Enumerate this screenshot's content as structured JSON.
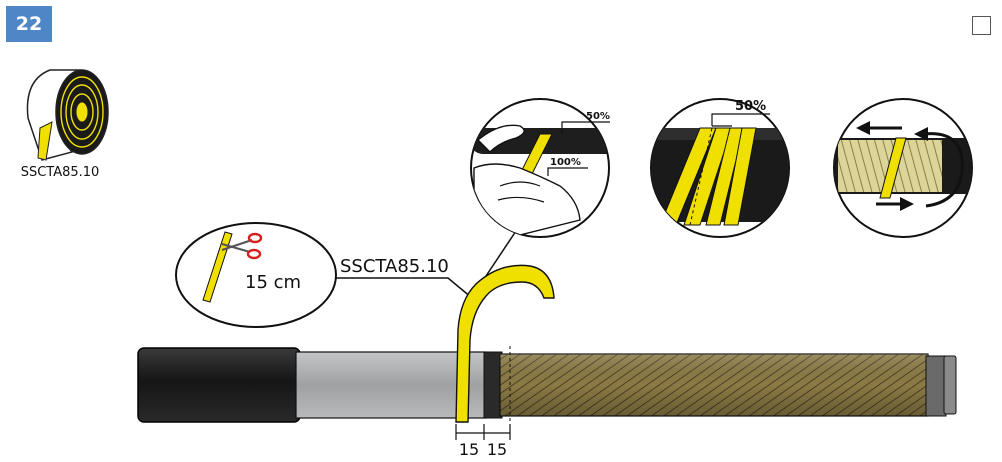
{
  "step": {
    "number": "22"
  },
  "product": {
    "code": "SSCTA85.10"
  },
  "callout": {
    "label": "SSCTA85.10"
  },
  "cut_detail": {
    "length": "15 cm"
  },
  "overlap_detail": {
    "top_pct": "50%",
    "bottom_pct": "100%"
  },
  "wrap_detail": {
    "overlap_pct": "50%"
  },
  "dimensions": {
    "left": "15",
    "right": "15"
  },
  "colors": {
    "badge": "#4f86c6",
    "tape": "#f0e000",
    "cable_jacket": "#1e1e1e",
    "sheath": "#a9aaab",
    "braid": "#8b7a45"
  }
}
